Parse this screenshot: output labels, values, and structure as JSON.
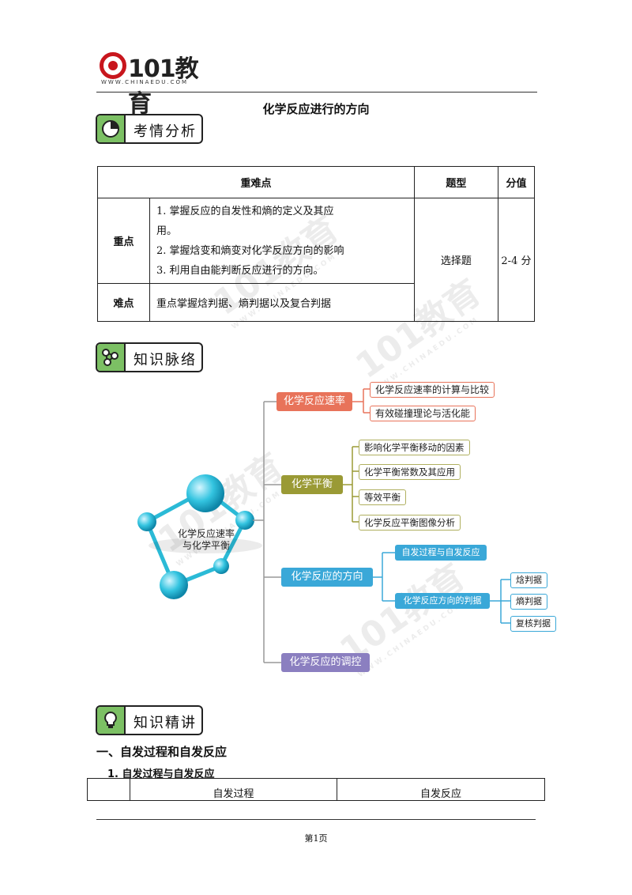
{
  "header": {
    "logo_text": "101教育",
    "logo_sub": "WWW.CHINAEDU.COM"
  },
  "doc_title": "化学反应进行的方向",
  "sections": {
    "analysis": "考情分析",
    "network": "知识脉络",
    "explain": "知识精讲"
  },
  "analysis_table": {
    "headers": [
      "重难点",
      "题型",
      "分值"
    ],
    "key_label": "重点",
    "key_points": [
      "1. 掌握反应的自发性和熵的定义及其应",
      "用。",
      "2. 掌握焓变和熵变对化学反应方向的影响",
      "3. 利用自由能判断反应进行的方向。"
    ],
    "difficult_label": "难点",
    "difficult_point": "重点掌握焓判据、熵判据以及复合判据",
    "question_type": "选择题",
    "score": "2-4 分"
  },
  "mindmap": {
    "center": [
      "化学反应速率",
      "与化学平衡"
    ],
    "branches": [
      {
        "label": "化学反应速率",
        "color": "#e8735a",
        "leaves": [
          "化学反应速率的计算与比较",
          "有效碰撞理论与活化能"
        ]
      },
      {
        "label": "化学平衡",
        "color": "#9a9a35",
        "leaves": [
          "影响化学平衡移动的因素",
          "化学平衡常数及其应用",
          "等效平衡",
          "化学反应平衡图像分析"
        ]
      },
      {
        "label": "化学反应的方向",
        "color": "#3aa8d8",
        "sub": [
          {
            "label": "自发过程与自发反应"
          },
          {
            "label": "化学反应方向的判据",
            "leaves": [
              "焓判据",
              "熵判据",
              "复核判据"
            ]
          }
        ]
      },
      {
        "label": "化学反应的调控",
        "color": "#8b7fc0"
      }
    ]
  },
  "section_one": {
    "heading": "一、自发过程和自发反应",
    "subheading": "1. 自发过程与自发反应",
    "table_headers": [
      "",
      "自发过程",
      "自发反应"
    ]
  },
  "footer": {
    "page": "第1页"
  },
  "watermark": {
    "text": "101教育",
    "sub": "WWW.CHINAEDU.COM"
  }
}
